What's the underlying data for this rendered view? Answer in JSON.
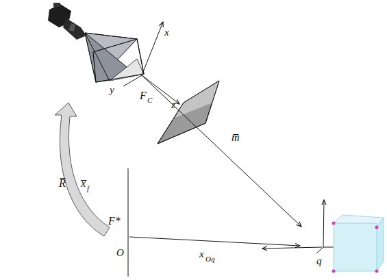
{
  "diagram": {
    "labels": [
      "x",
      "y",
      "z",
      "F",
      "C",
      "m̅",
      "R̅",
      "x̅",
      "f",
      "F*",
      "O",
      "x",
      "Oq",
      "q"
    ]
  }
}
